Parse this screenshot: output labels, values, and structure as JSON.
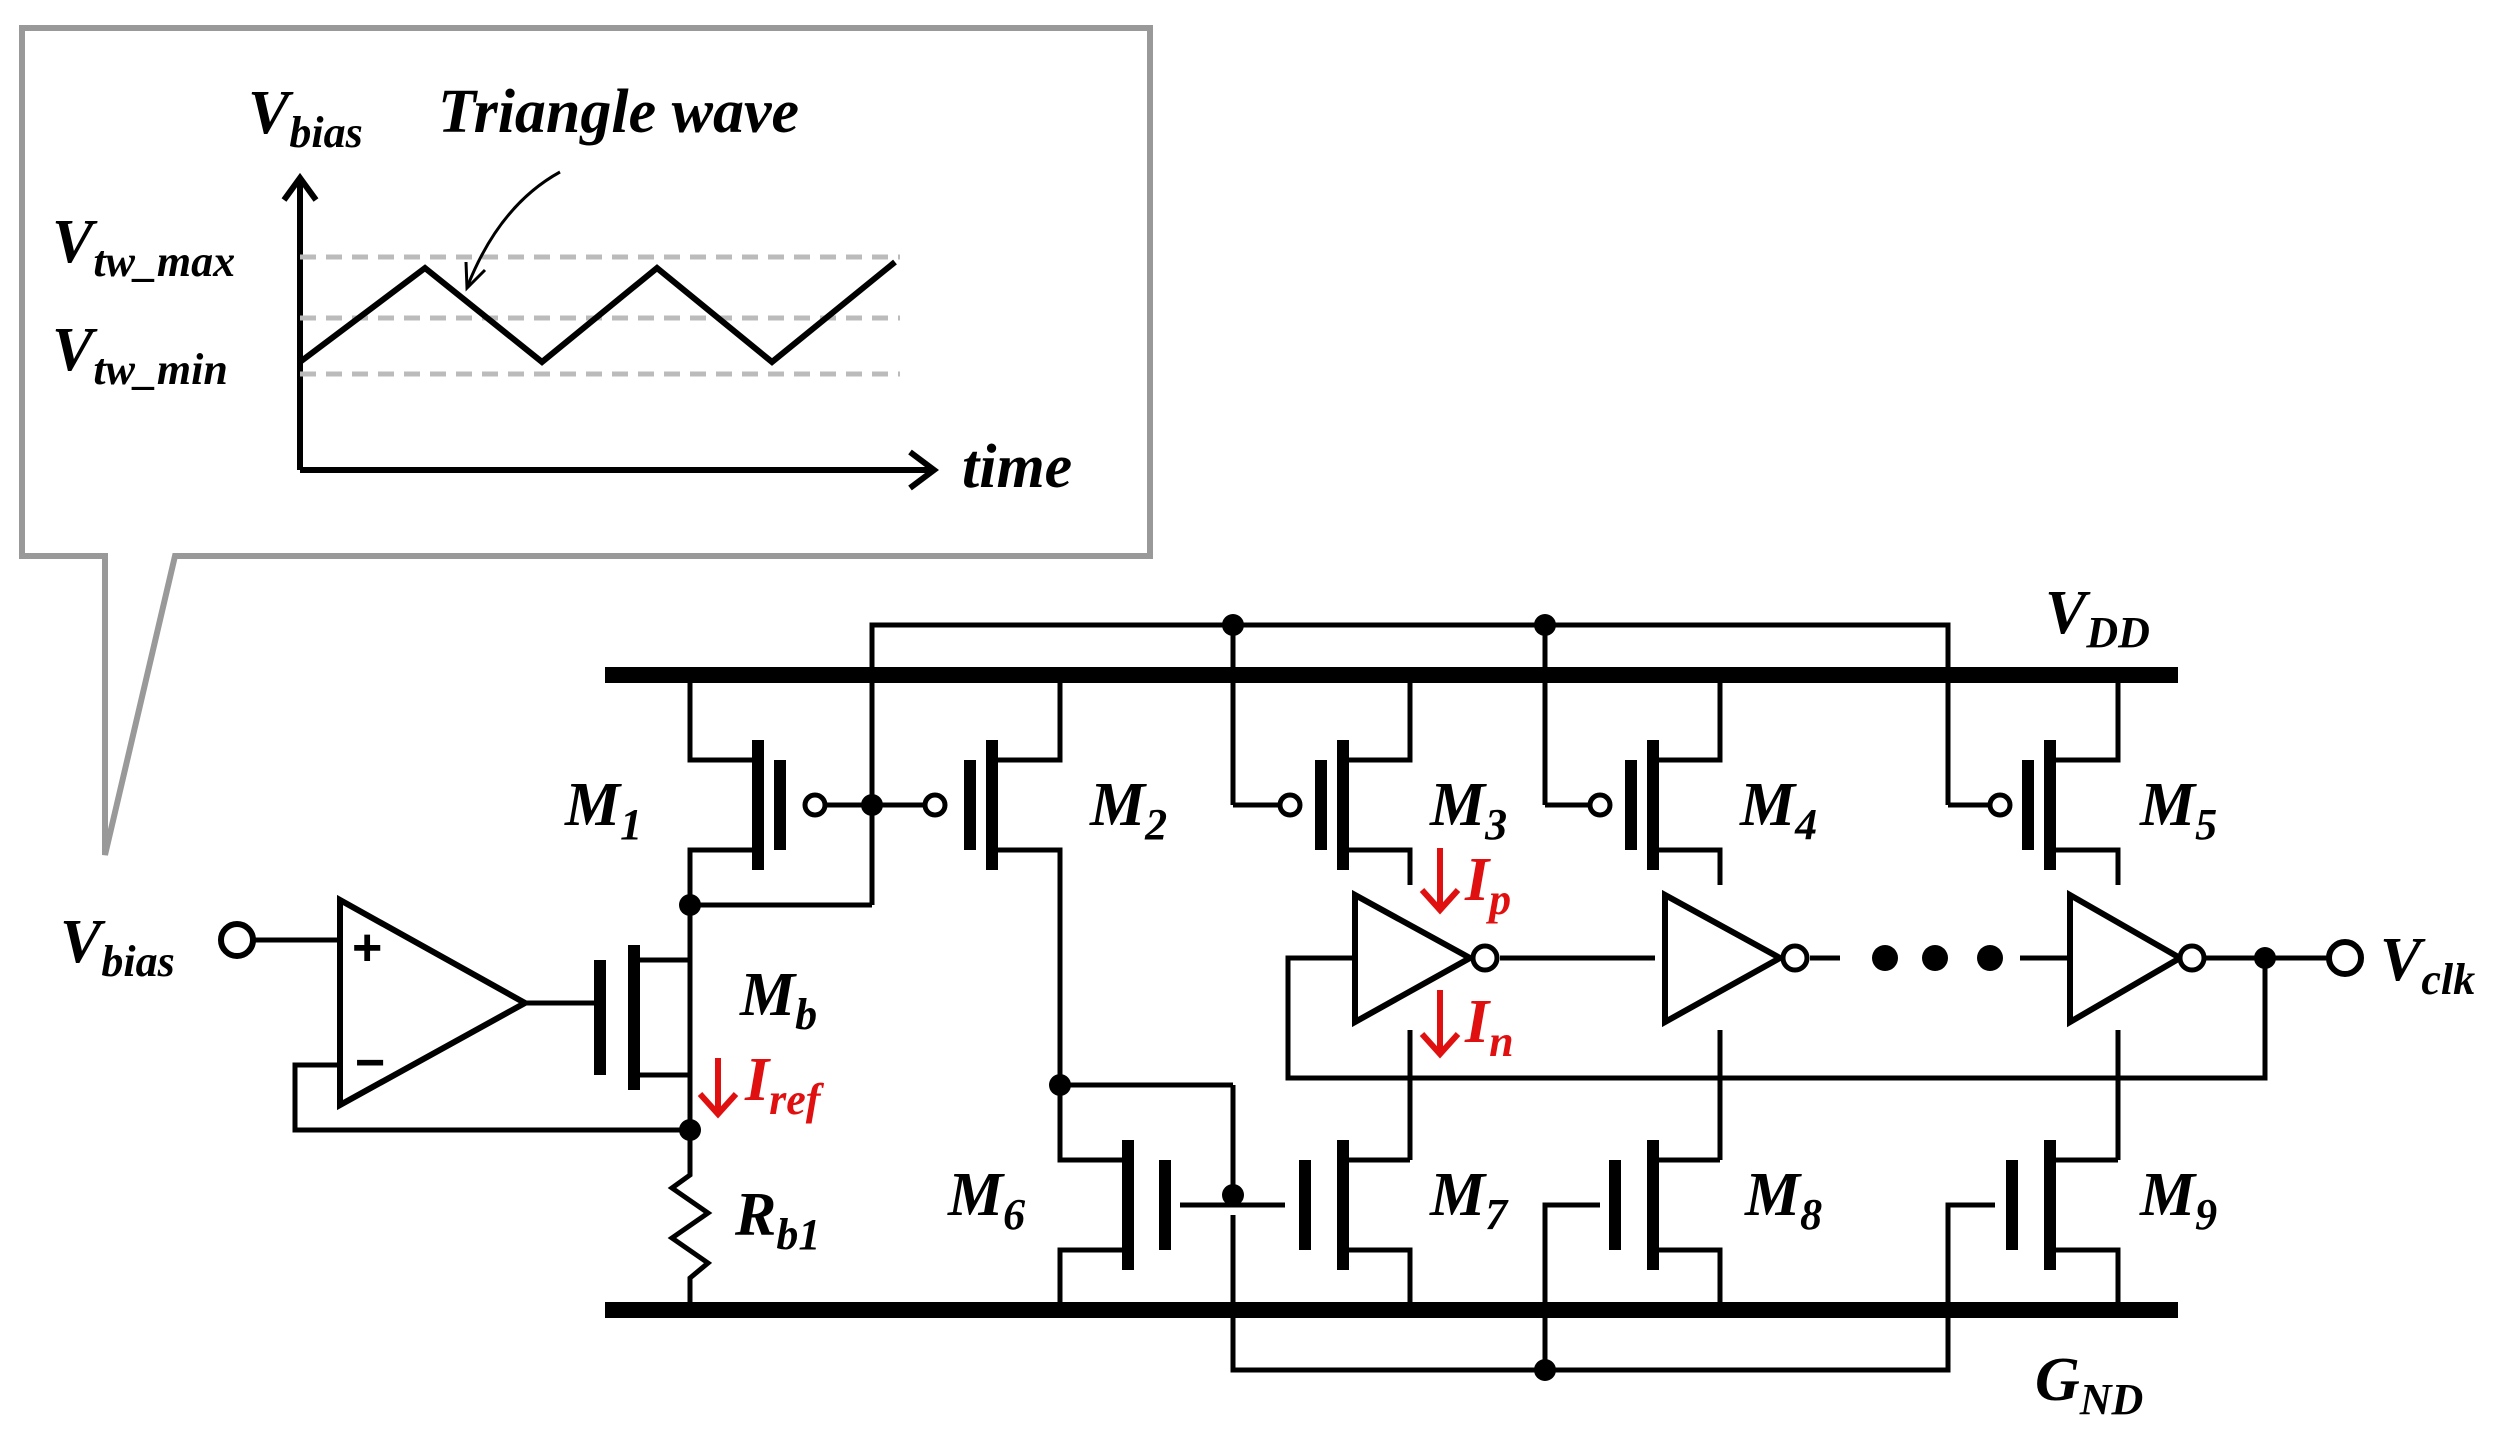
{
  "inset": {
    "y_axis": {
      "main": "V",
      "sub": "bias"
    },
    "x_axis": "time",
    "waveform_label": "Triangle wave",
    "level_max": {
      "main": "V",
      "sub": "tw_max"
    },
    "level_min": {
      "main": "V",
      "sub": "tw_min"
    }
  },
  "rails": {
    "vdd": {
      "main": "V",
      "sub": "DD"
    },
    "gnd": {
      "main": "G",
      "sub": "ND"
    }
  },
  "ports": {
    "input": {
      "main": "V",
      "sub": "bias"
    },
    "output": {
      "main": "V",
      "sub": "clk"
    }
  },
  "opamp": {
    "plus": "+",
    "minus": "−"
  },
  "transistors": {
    "m1": {
      "main": "M",
      "sub": "1"
    },
    "m2": {
      "main": "M",
      "sub": "2"
    },
    "m3": {
      "main": "M",
      "sub": "3"
    },
    "m4": {
      "main": "M",
      "sub": "4"
    },
    "m5": {
      "main": "M",
      "sub": "5"
    },
    "m6": {
      "main": "M",
      "sub": "6"
    },
    "m7": {
      "main": "M",
      "sub": "7"
    },
    "m8": {
      "main": "M",
      "sub": "8"
    },
    "m9": {
      "main": "M",
      "sub": "9"
    },
    "mb": {
      "main": "M",
      "sub": "b"
    }
  },
  "resistor": {
    "main": "R",
    "sub": "b1"
  },
  "currents": {
    "iref": {
      "main": "I",
      "sub": "ref"
    },
    "ip": {
      "main": "I",
      "sub": "p"
    },
    "in": {
      "main": "I",
      "sub": "n"
    }
  },
  "colors": {
    "wire": "#000000",
    "current": "#e01010",
    "callout": "#999999",
    "dash": "#bbbbbb"
  }
}
